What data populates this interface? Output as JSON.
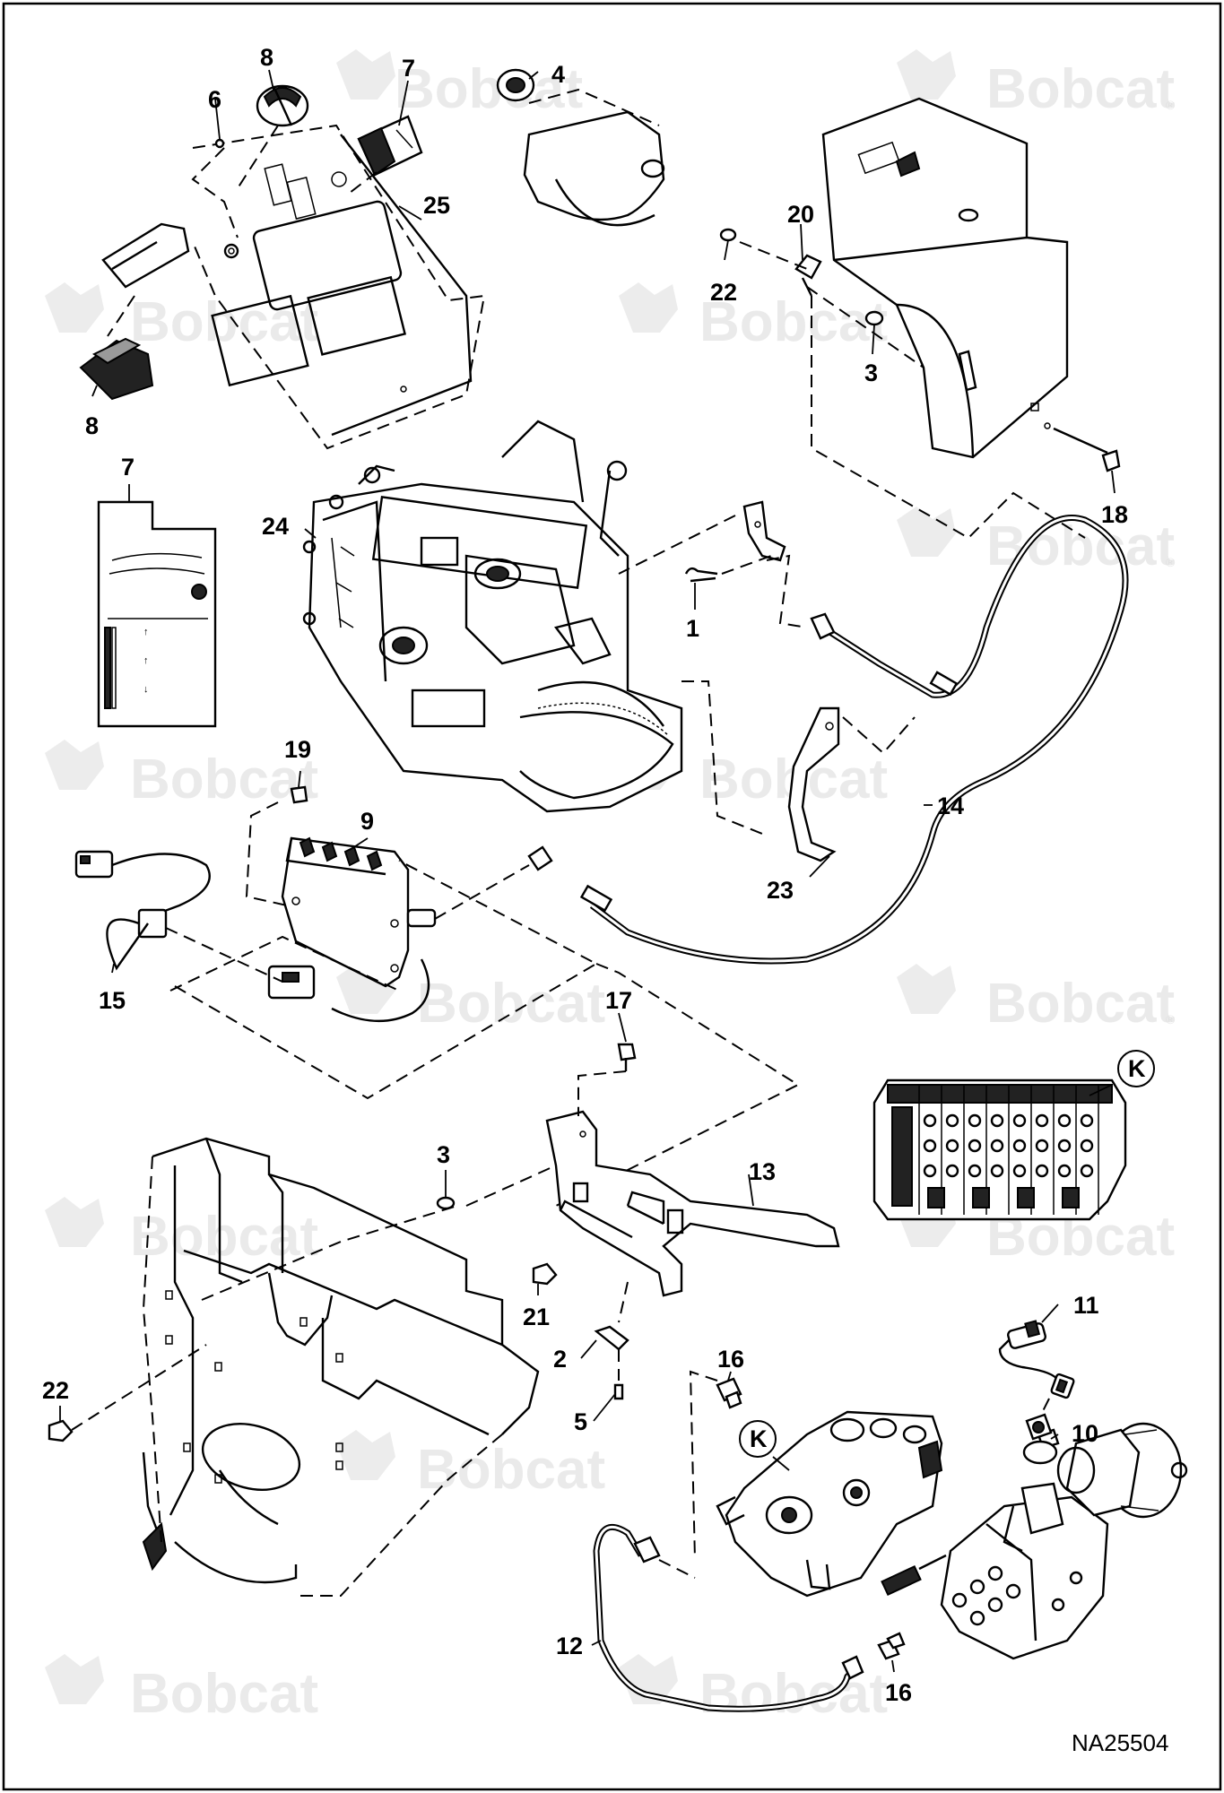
{
  "diagram": {
    "drawing_code": "NA25504",
    "watermark_text": "Bobcat",
    "watermark_registered_mark": "®",
    "callouts": {
      "c1": "1",
      "c2": "2",
      "c3a": "3",
      "c3b": "3",
      "c4": "4",
      "c5": "5",
      "c6": "6",
      "c7a": "7",
      "c7b": "7",
      "c8a": "8",
      "c8b": "8",
      "c9": "9",
      "c10": "10",
      "c11": "11",
      "c12": "12",
      "c13": "13",
      "c14": "14",
      "c15": "15",
      "c16a": "16",
      "c16b": "16",
      "c17": "17",
      "c18": "18",
      "c19": "19",
      "c20": "20",
      "c21": "21",
      "c22a": "22",
      "c22b": "22",
      "c23": "23",
      "c24": "24",
      "c25": "25",
      "ka": "K",
      "kb": "K"
    }
  }
}
